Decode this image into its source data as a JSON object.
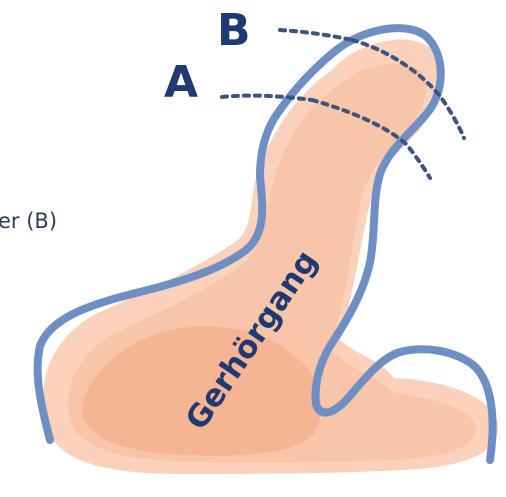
{
  "labels": {
    "marker_a": "A",
    "marker_b": "B",
    "side_text": "er (B)",
    "canal_label": "Gerhörgang"
  },
  "colors": {
    "tissue": "#f8c3a6",
    "tissue_dark": "#f2a882",
    "outline": "#6f8fc4",
    "marker_line": "#3d5480",
    "letter": "#1f3a73",
    "side_text": "#2e3d5a"
  }
}
